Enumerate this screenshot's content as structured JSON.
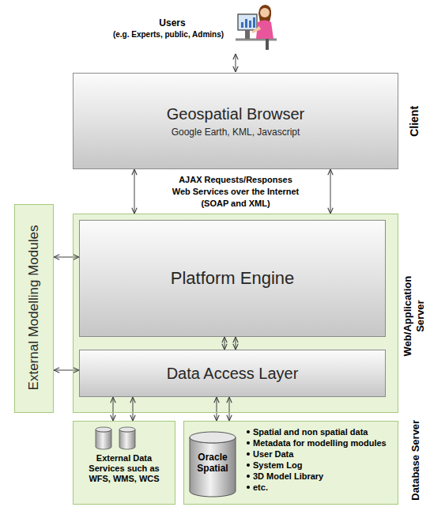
{
  "diagram": {
    "nodes": [
      {
        "text": [
          "Geospatial Browser",
          "Google Earth, KML, Javascript"
        ]
      },
      {
        "text": [
          "Web/Application Server"
        ]
      },
      {
        "text": [
          "Platform Engine"
        ],
        "in": 1
      },
      {
        "text": [
          "Data Access Layer"
        ],
        "in": 1
      },
      {
        "text": [
          "External Modelling Modules"
        ]
      },
      {
        "text": [
          "External Data Services such as WFS, WMS, WCS"
        ]
      },
      {
        "text": [
          "Oracle Spatial",
          "Spatial and non spatial data",
          "Metadata for modelling modules",
          "User Data",
          "System Log",
          "3D Model Library",
          "etc."
        ]
      }
    ],
    "edges": [
      {
        "from": 0,
        "to": 1,
        "arrow": "both"
      },
      {
        "from": 0,
        "to": 1,
        "arrow": "both"
      },
      {
        "from": 2,
        "to": 3,
        "arrow": "both"
      },
      {
        "from": 2,
        "to": 3,
        "arrow": "both"
      },
      {
        "from": 4,
        "to": 2,
        "arrow": "both"
      },
      {
        "from": 4,
        "to": 3,
        "arrow": "both"
      },
      {
        "from": 3,
        "to": 5,
        "arrow": "both"
      },
      {
        "from": 3,
        "to": 5,
        "arrow": "both"
      },
      {
        "from": 3,
        "to": 6,
        "arrow": "both"
      },
      {
        "from": 3,
        "to": 6,
        "arrow": "both"
      }
    ],
    "labels": [
      "Users",
      "(e.g. Experts, public, Admins)",
      "AJAX Requests/Responses",
      "Web Services over the Internet",
      "(SOAP and XML)",
      "Client",
      "Database Server"
    ]
  }
}
